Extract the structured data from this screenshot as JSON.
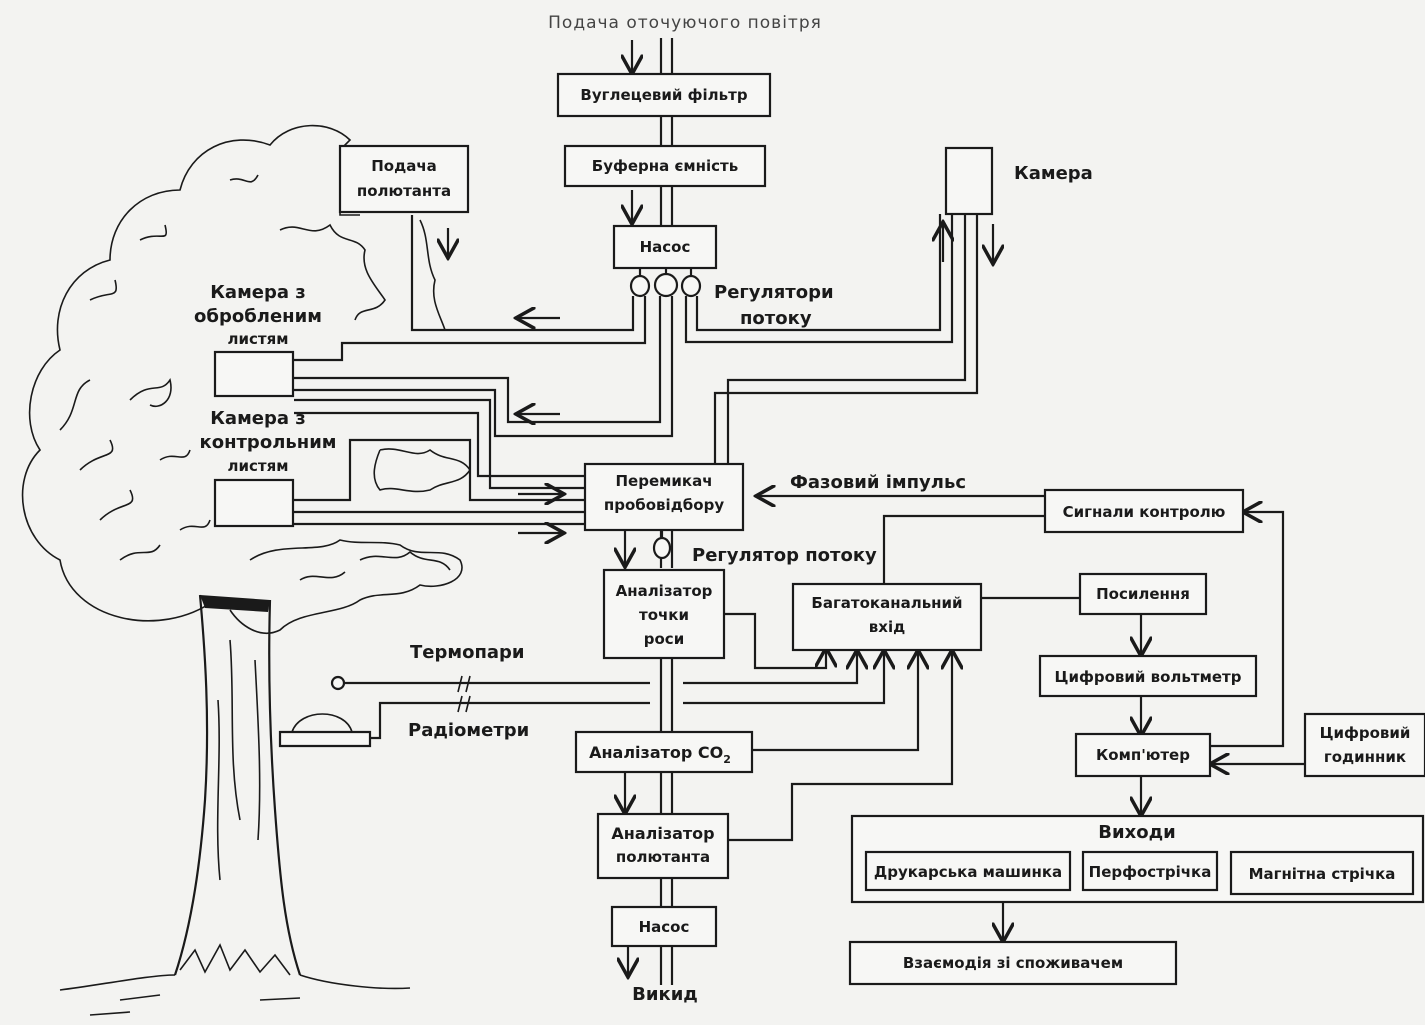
{
  "inlet_label": "Подача оточуючого повітря",
  "boxes": {
    "carbon_filter": "Вуглецевий фільтр",
    "buffer": "Буферна ємність",
    "pump_top": "Насос",
    "pollutant_supply_1": "Подача",
    "pollutant_supply_2": "полютанта",
    "chamber": "Камера",
    "sample_switch_1": "Перемикач",
    "sample_switch_2": "пробовідбору",
    "dew_analyzer_1": "Аналізатор",
    "dew_analyzer_2": "точки",
    "dew_analyzer_3": "роси",
    "co2_analyzer": "Аналізатор CO",
    "co2_sub": "2",
    "pollutant_analyzer_1": "Аналізатор",
    "pollutant_analyzer_2": "полютанта",
    "pump_bottom": "Насос",
    "multichannel_1": "Багатоканальний",
    "multichannel_2": "вхід",
    "control_signals": "Сигнали контролю",
    "amplification": "Посилення",
    "digital_voltmeter": "Цифровий вольтметр",
    "computer": "Комп'ютер",
    "digital_clock_1": "Цифровий",
    "digital_clock_2": "годинник",
    "outputs": "Виходи",
    "typewriter": "Друкарська машинка",
    "punch_tape": "Перфострічка",
    "magnetic_tape": "Магнітна стрічка",
    "user_interaction": "Взаємодія зі споживачем"
  },
  "labels": {
    "treated_leaf_1": "Камера з",
    "treated_leaf_2": "обробленим",
    "treated_leaf_3": "листям",
    "control_leaf_1": "Камера з",
    "control_leaf_2": "контрольним",
    "control_leaf_3": "листям",
    "flow_regulators_1": "Регулятори",
    "flow_regulators_2": "потоку",
    "flow_regulator": "Регулятор потоку",
    "phase_pulse": "Фазовий імпульс",
    "thermocouples": "Термопари",
    "radiometers": "Радіометри",
    "exhaust": "Викид"
  }
}
